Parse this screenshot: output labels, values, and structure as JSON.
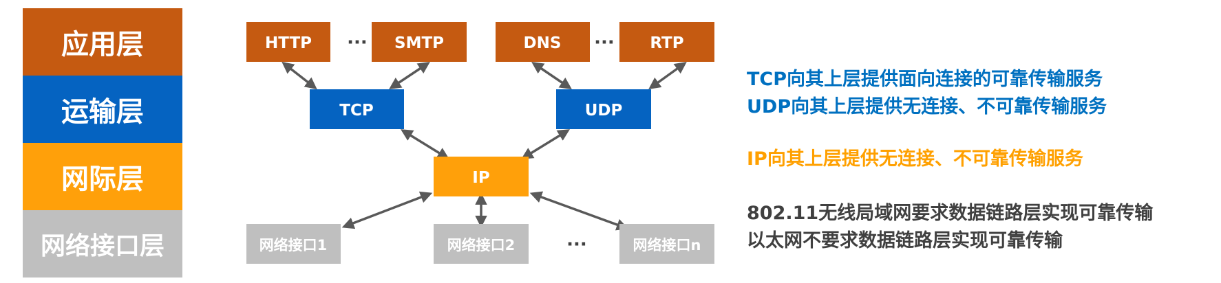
{
  "layers": {
    "application": "应用层",
    "transport": "运输层",
    "internet": "网际层",
    "link": "网络接口层"
  },
  "protocols": {
    "http": "HTTP",
    "smtp": "SMTP",
    "dns": "DNS",
    "rtp": "RTP",
    "tcp": "TCP",
    "udp": "UDP",
    "ip": "IP",
    "if1": "网络接口1",
    "if2": "网络接口2",
    "ifn": "网络接口n",
    "ellipsis": "···"
  },
  "notes": {
    "tcp": "TCP向其上层提供面向连接的可靠传输服务",
    "udp": "UDP向其上层提供无连接、不可靠传输服务",
    "ip": "IP向其上层提供无连接、不可靠传输服务",
    "wifi": "802.11无线局域网要求数据链路层实现可靠传输",
    "ethernet": "以太网不要求数据链路层实现可靠传输"
  },
  "colors": {
    "application": "#C55A11",
    "transport": "#0563C1",
    "internet": "#FFA00A",
    "link": "#BFBFBF",
    "arrow": "#595959"
  }
}
